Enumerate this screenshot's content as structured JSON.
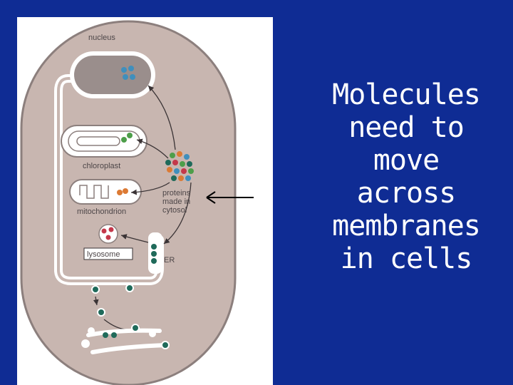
{
  "slide": {
    "background": "#0f2c94",
    "text_lines": [
      "Molecules",
      "need to",
      "move",
      "across",
      "membranes",
      "in cells"
    ]
  },
  "diagram": {
    "labels": {
      "nucleus": "nucleus",
      "chloroplast": "chloroplast",
      "mitochondrion": "mitochondrion",
      "proteins_line1": "proteins",
      "proteins_line2": "made in",
      "proteins_line3": "cytosol",
      "lysosome": "lysosome",
      "er": "ER"
    },
    "colors": {
      "cell_fill": "#c8b6b0",
      "nucleus_fill": "#9a8e8c",
      "protein_blue": "#3f8fbd",
      "protein_green": "#4d9e4a",
      "protein_orange": "#dc7a34",
      "protein_red": "#c4384a",
      "protein_teal": "#1f6a5a"
    },
    "pointer_arrow": "left-arrow"
  }
}
